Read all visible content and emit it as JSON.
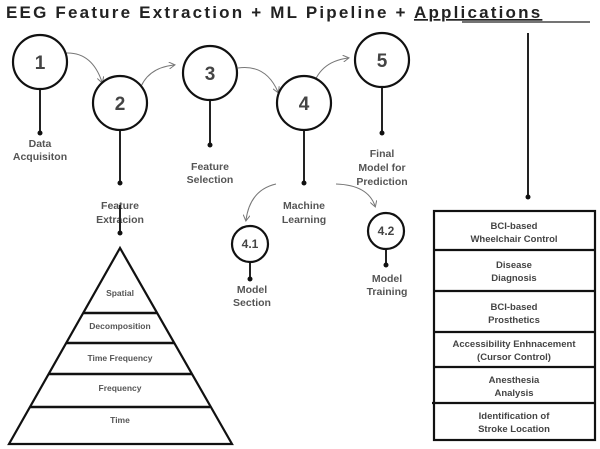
{
  "title": {
    "main": "EEG Feature Extraction + ML Pipeline + ",
    "underlined": "Applications"
  },
  "steps": [
    {
      "number": "1",
      "label_lines": [
        "Data",
        "Acquisiton"
      ]
    },
    {
      "number": "2",
      "label_lines": [
        "Feature",
        "Extracion"
      ]
    },
    {
      "number": "3",
      "label_lines": [
        "Feature",
        "Selection"
      ]
    },
    {
      "number": "4",
      "label_lines": [
        "Machine",
        "Learning"
      ]
    },
    {
      "number": "5",
      "label_lines": [
        "Final",
        "Model for",
        "Prediction"
      ]
    }
  ],
  "substeps": [
    {
      "number": "4.1",
      "label_lines": [
        "Model",
        "Section"
      ]
    },
    {
      "number": "4.2",
      "label_lines": [
        "Model",
        "Training"
      ]
    }
  ],
  "pyramid_levels": [
    "Spatial",
    "Decomposition",
    "Time Frequency",
    "Frequency",
    "Time"
  ],
  "applications": [
    [
      "BCI-based",
      "Wheelchair Control"
    ],
    [
      "Disease",
      "Diagnosis"
    ],
    [
      "BCI-based",
      "Prosthetics"
    ],
    [
      "Accessibility Enhnacement",
      "(Cursor Control)"
    ],
    [
      "Anesthesia",
      "Analysis"
    ],
    [
      "Identification of",
      "Stroke Location"
    ]
  ]
}
